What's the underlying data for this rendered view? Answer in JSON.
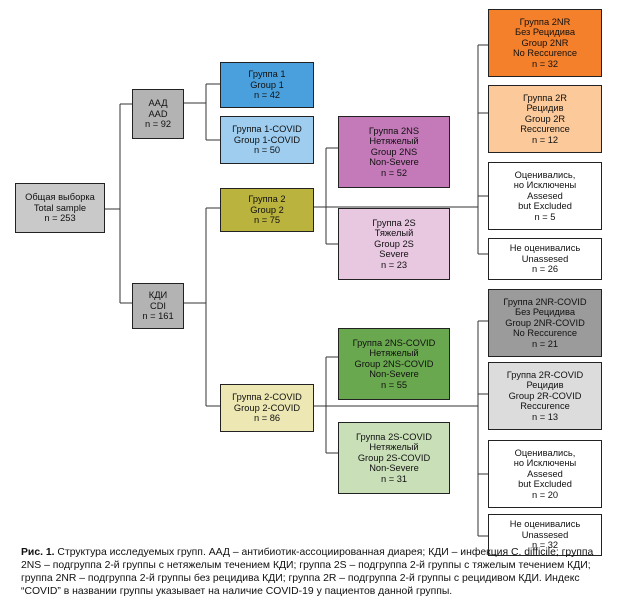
{
  "nodes": {
    "total": {
      "lines": [
        "Общая выборка",
        "Total sample",
        "n = 253"
      ],
      "color": "#c9c9c9"
    },
    "aad": {
      "lines": [
        "ААД",
        "AAD",
        "n = 92"
      ],
      "color": "#b3b3b3"
    },
    "cdi": {
      "lines": [
        "КДИ",
        "CDI",
        "n = 161"
      ],
      "color": "#b3b3b3"
    },
    "g1": {
      "lines": [
        "Группа 1",
        "Group 1",
        "n = 42"
      ],
      "color": "#4aa0dc"
    },
    "g1covid": {
      "lines": [
        "Группа 1-COVID",
        "Group 1-COVID",
        "n = 50"
      ],
      "color": "#9fcdef"
    },
    "g2": {
      "lines": [
        "Группа 2",
        "Group 2",
        "n = 75"
      ],
      "color": "#bab33d"
    },
    "g2covid": {
      "lines": [
        "Группа 2-COVID",
        "Group 2-COVID",
        "n = 86"
      ],
      "color": "#ece7b3"
    },
    "g2ns": {
      "lines": [
        "Группа 2NS",
        "Нетяжелый",
        "Group 2NS",
        "Non-Severe",
        "n = 52"
      ],
      "color": "#c479b8"
    },
    "g2s": {
      "lines": [
        "Группа 2S",
        "Тяжелый",
        "Group 2S",
        "Severe",
        "n = 23"
      ],
      "color": "#e8c7e1"
    },
    "g2nscovid": {
      "lines": [
        "Группа 2NS-COVID",
        "Нетяжелый",
        "Group 2NS-COVID",
        "Non-Severe",
        "n = 55"
      ],
      "color": "#6aa84f"
    },
    "g2scovid": {
      "lines": [
        "Группа 2S-COVID",
        "Нетяжелый",
        "Group 2S-COVID",
        "Non-Severe",
        "n = 31"
      ],
      "color": "#c8dfb8"
    },
    "g2nr": {
      "lines": [
        "Группа 2NR",
        "Без Рецидива",
        "Group 2NR",
        "No Reccurence",
        "n = 32"
      ],
      "color": "#f4802c"
    },
    "g2r": {
      "lines": [
        "Группа 2R",
        "Рецидив",
        "Group 2R",
        "Reccurence",
        "n = 12"
      ],
      "color": "#fbc99a"
    },
    "excl1": {
      "lines": [
        "Оценивались,",
        "но Исключены",
        "Assesed",
        "but Excluded",
        "n = 5"
      ],
      "color": "#ffffff"
    },
    "unass1": {
      "lines": [
        "Не оценивались",
        "Unassesed",
        "n = 26"
      ],
      "color": "#ffffff"
    },
    "g2nrcovid": {
      "lines": [
        "Группа 2NR-COVID",
        "Без Рецидива",
        "Group 2NR-COVID",
        "No Reccurence",
        "n = 21"
      ],
      "color": "#9b9b9b"
    },
    "g2rcovid": {
      "lines": [
        "Группа 2R-COVID",
        "Рецидив",
        "Group 2R-COVID",
        "Reccurence",
        "n = 13"
      ],
      "color": "#dcdcdc"
    },
    "excl2": {
      "lines": [
        "Оценивались,",
        "но Исключены",
        "Assesed",
        "but Excluded",
        "n = 20"
      ],
      "color": "#ffffff"
    },
    "unass2": {
      "lines": [
        "Не оценивались",
        "Unassesed",
        "n = 32"
      ],
      "color": "#ffffff"
    }
  },
  "caption": {
    "label": "Рис. 1.",
    "text": " Структура исследуемых групп. ААД – антибиотик-ассоциированная диарея; КДИ – инфекция C. difficile; группа 2NS – подгруппа 2-й группы с нетяжелым течением КДИ; группа 2S – подгруппа 2-й группы с тяжелым течением КДИ; группа 2NR – подгруппа 2-й группы без рецидива КДИ; группа 2R – подгруппа 2-й группы с рецидивом КДИ. Индекс “COVID” в названии группы указывает на наличие COVID-19 у пациентов данной группы."
  }
}
